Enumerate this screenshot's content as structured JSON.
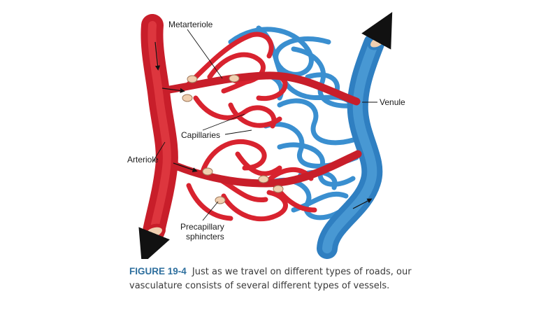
{
  "labels": {
    "metarteriole": "Metarteriole",
    "venule": "Venule",
    "capillaries": "Capillaries",
    "arteriole": "Arteriole",
    "precapillary_line1": "Precapillary",
    "precapillary_line2": "sphincters"
  },
  "caption": {
    "figure_number": "FIGURE 19-4",
    "text": "Just as we travel on different types of roads, our vasculature consists of several different types of vessels."
  },
  "colors": {
    "arterial_red": "#d8232f",
    "venous_blue": "#3a8fd0",
    "sphincter": "#f0cfb0",
    "figure_number": "#2e6f9e"
  }
}
